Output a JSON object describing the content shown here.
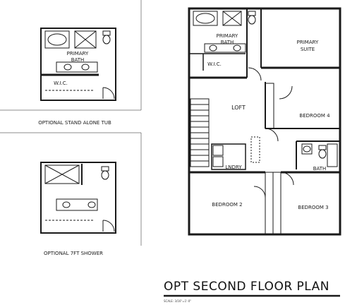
{
  "labels": {
    "opt_tub_primary_bath_1": "PRIMARY",
    "opt_tub_primary_bath_2": "BATH",
    "opt_tub_wic": "W.I.C.",
    "opt_tub_caption": "OPTIONAL STAND ALONE TUB",
    "opt_shower_caption": "OPTIONAL 7FT SHOWER",
    "main_primary_bath_1": "PRIMARY",
    "main_primary_bath_2": "BATH",
    "main_primary_suite_1": "PRIMARY",
    "main_primary_suite_2": "SUITE",
    "main_wic": "W.I.C.",
    "loft": "LOFT",
    "bedroom_4": "BEDROOM 4",
    "bath": "BATH",
    "lndry": "LNDRY",
    "bedroom_2": "BEDROOM 2",
    "bedroom_3": "BEDROOM 3"
  },
  "title": "OPT SECOND FLOOR PLAN",
  "scale_note": "SCALE: 3/16\"=1'-0\"",
  "colors": {
    "line": "#1a1a1a",
    "background": "#ffffff"
  }
}
